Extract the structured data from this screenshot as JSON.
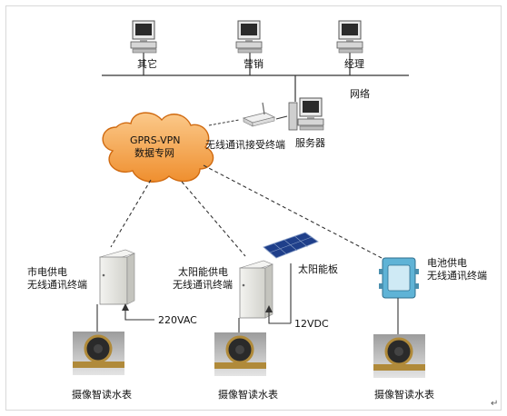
{
  "network": {
    "computers": [
      {
        "label": "其它"
      },
      {
        "label": "营销"
      },
      {
        "label": "经理"
      }
    ],
    "lan_label": "网络",
    "server_label": "服务器",
    "receiver_label": "无线通讯接受终端",
    "cloud": {
      "line1": "GPRS-VPN",
      "line2": "数据专网"
    }
  },
  "sites": [
    {
      "terminal_line1": "市电供电",
      "terminal_line2": "无线通讯终端",
      "power_label": "220VAC",
      "meter_label": "摄像智读水表"
    },
    {
      "terminal_line1": "太阳能供电",
      "terminal_line2": "无线通讯终端",
      "panel_label": "太阳能板",
      "power_label": "12VDC",
      "meter_label": "摄像智读水表"
    },
    {
      "terminal_line1": "电池供电",
      "terminal_line2": "无线通讯终端",
      "meter_label": "摄像智读水表"
    }
  ],
  "footer_mark": "↵",
  "colors": {
    "cloud_fill": "#f5a14a",
    "cloud_stroke": "#d06a10",
    "cabinet": "#e6e6e2",
    "battery_box": "#5fb3d6",
    "solar_panel": "#1f3f8a",
    "meter_brass": "#b08a3a",
    "line": "#333333"
  }
}
